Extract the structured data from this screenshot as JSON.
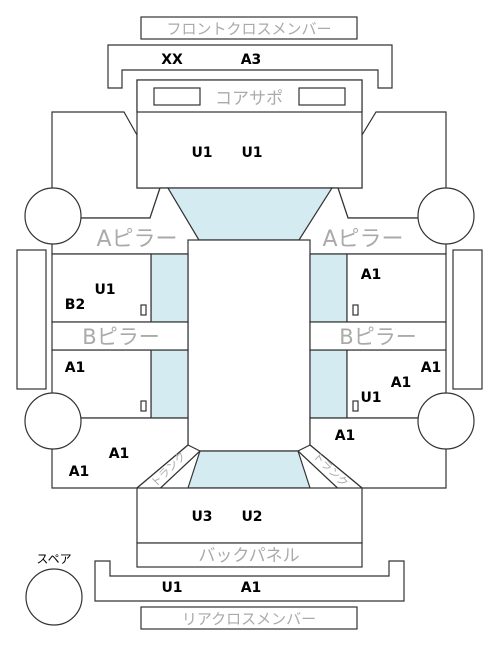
{
  "labels": {
    "front_cross_member": "フロントクロスメンバー",
    "core_support": "コアサポ",
    "a_pillar": "Aピラー",
    "b_pillar": "Bピラー",
    "back_panel": "バックパネル",
    "rear_cross_member": "リアクロスメンバー",
    "spare": "スペア",
    "trunk": "トランク"
  },
  "codes": {
    "front_cross_left": "XX",
    "front_cross_right": "A3",
    "bonnet_left": "U1",
    "bonnet_right": "U1",
    "left_front_door_b2": "B2",
    "left_front_door_u1": "U1",
    "left_rear_door": "A1",
    "left_rear_fender_upper": "A1",
    "left_rear_fender_lower": "A1",
    "right_front_door": "A1",
    "right_rear_door_a1_right": "A1",
    "right_rear_door_a1_left": "A1",
    "right_rear_door_u1": "U1",
    "right_rear_fender": "A1",
    "trunk_left": "U3",
    "trunk_right": "U2",
    "rear_cross_left": "U1",
    "rear_cross_right": "A1"
  },
  "colors": {
    "glass": "#d5ebf2",
    "line": "#333333",
    "label_gray": "#aaaaaa"
  }
}
